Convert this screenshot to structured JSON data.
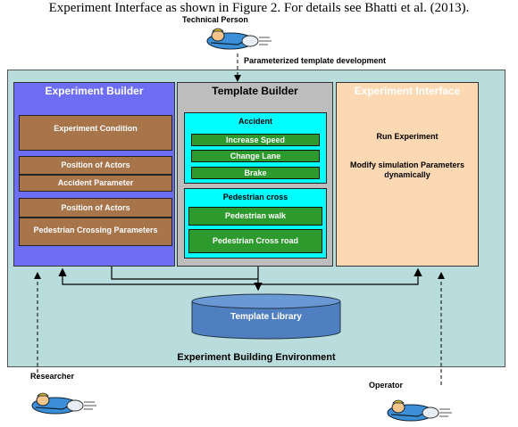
{
  "caption": "Experiment Interface as shown in Figure 2. For details see Bhatti et al. (2013).",
  "actors": {
    "technical_person": "Technical Person",
    "researcher": "Researcher",
    "operator": "Operator"
  },
  "arrow_label": "Parameterized template development",
  "environment_title": "Experiment Building Environment",
  "experiment_builder": {
    "title": "Experiment Builder",
    "boxes": [
      "Experiment Condition",
      "Position of Actors",
      "Accident Parameter",
      "Position of Actors",
      "Pedestrian Crossing Parameters"
    ]
  },
  "template_builder": {
    "title": "Template Builder",
    "accident_title": "Accident",
    "accident_items": [
      "Increase Speed",
      "Change Lane",
      "Brake"
    ],
    "pedestrian_title": "Pedestrian cross",
    "pedestrian_items": [
      "Pedestrian walk",
      "Pedestrian Cross road"
    ]
  },
  "experiment_interface": {
    "title": "Experiment Interface",
    "run": "Run Experiment",
    "modify": "Modify simulation Parameters dynamically"
  },
  "template_library": "Template Library",
  "colors": {
    "environment": "#b9dcdc",
    "experiment_builder": "#6e6ef5",
    "template_builder": "#bdbdbd",
    "experiment_interface": "#fcd9b3",
    "brown_box": "#a8744a",
    "cyan_box": "#00ffff",
    "green_box": "#2c9a2c",
    "library": "#4f7fc0"
  }
}
